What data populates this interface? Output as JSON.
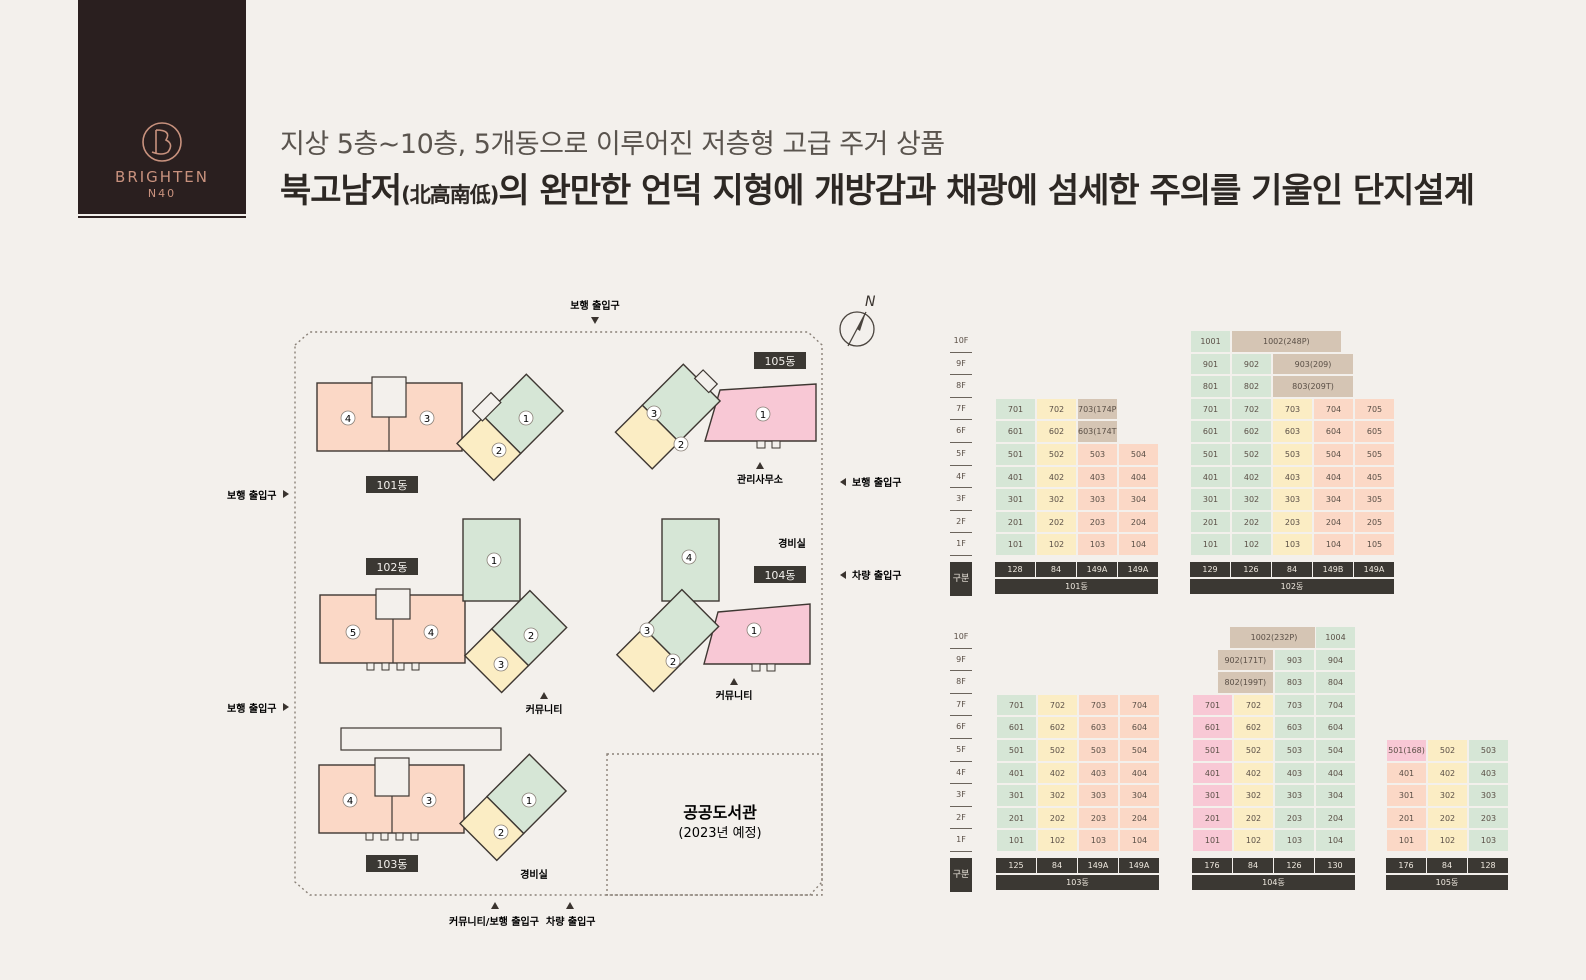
{
  "header": {
    "logo_name": "BRIGHTEN",
    "logo_sub": "N40",
    "subtitle": "지상 5층~10층, 5개동으로 이루어진 저층형 고급 주거 상품",
    "title_a": "북고남저",
    "title_b": "(北高南低)",
    "title_c": "의 완만한 언덕 지형에 개방감과 채광에 섬세한 주의를 기울인 단지설계"
  },
  "colors": {
    "green": "#d6e6d6",
    "yellow": "#fbedc4",
    "peach": "#fbd8c6",
    "pink": "#f8c8d5",
    "tan": "#d5c5b4",
    "dark": "#3b3833",
    "logo_bg": "#2a1f1f",
    "logo_text": "#c9927e"
  },
  "siteplan": {
    "north": "N",
    "labels": {
      "top_entry": "보행 출입구",
      "left_entry_1": "보행 출입구",
      "left_entry_2": "보행 출입구",
      "right_ped": "보행 출입구",
      "right_car": "차량 출입구",
      "bottom_comm": "커뮤니티/보행 출입구",
      "bottom_car": "차량 출입구",
      "mgmt": "관리사무소",
      "guard1": "경비실",
      "guard2": "경비실",
      "comm1": "커뮤니티",
      "comm2": "커뮤니티",
      "library": "공공도서관",
      "library_sub": "(2023년 예정)"
    },
    "buildings": {
      "b101": "101동",
      "b102": "102동",
      "b103": "103동",
      "b104": "104동",
      "b105": "105동"
    },
    "unit_numbers": {
      "b101": [
        "4",
        "3",
        "1",
        "2"
      ],
      "b102": [
        "5",
        "4",
        "1",
        "2",
        "3"
      ],
      "b103": [
        "4",
        "3",
        "1",
        "2"
      ],
      "b104": [
        "4",
        "3",
        "2",
        "1"
      ],
      "b105": [
        "3",
        "2",
        "1"
      ]
    }
  },
  "floor_labels": {
    "top": [
      "10F",
      "9F",
      "8F",
      "7F",
      "6F",
      "5F",
      "4F",
      "3F",
      "2F",
      "1F"
    ],
    "gubun": "구분"
  },
  "tables": {
    "t101": {
      "name": "101동",
      "headers": [
        "128",
        "84",
        "149A",
        "149A"
      ],
      "rows": [
        [
          "701",
          "702",
          "703(174P)",
          ""
        ],
        [
          "601",
          "602",
          "603(174T)",
          ""
        ],
        [
          "501",
          "502",
          "503",
          "504"
        ],
        [
          "401",
          "402",
          "403",
          "404"
        ],
        [
          "301",
          "302",
          "303",
          "304"
        ],
        [
          "201",
          "202",
          "203",
          "204"
        ],
        [
          "101",
          "102",
          "103",
          "104"
        ]
      ]
    },
    "t102": {
      "name": "102동",
      "headers": [
        "129",
        "126",
        "84",
        "149B",
        "149A"
      ],
      "top_rows": [
        [
          "1001",
          "1002(248P)"
        ],
        [
          "901",
          "902",
          "903(209)"
        ],
        [
          "801",
          "802",
          "803(209T)"
        ]
      ],
      "rows": [
        [
          "701",
          "702",
          "703",
          "704",
          "705"
        ],
        [
          "601",
          "602",
          "603",
          "604",
          "605"
        ],
        [
          "501",
          "502",
          "503",
          "504",
          "505"
        ],
        [
          "401",
          "402",
          "403",
          "404",
          "405"
        ],
        [
          "301",
          "302",
          "303",
          "304",
          "305"
        ],
        [
          "201",
          "202",
          "203",
          "204",
          "205"
        ],
        [
          "101",
          "102",
          "103",
          "104",
          "105"
        ]
      ]
    },
    "t103": {
      "name": "103동",
      "headers": [
        "125",
        "84",
        "149A",
        "149A"
      ],
      "rows": [
        [
          "701",
          "702",
          "703",
          "704"
        ],
        [
          "601",
          "602",
          "603",
          "604"
        ],
        [
          "501",
          "502",
          "503",
          "504"
        ],
        [
          "401",
          "402",
          "403",
          "404"
        ],
        [
          "301",
          "302",
          "303",
          "304"
        ],
        [
          "201",
          "202",
          "203",
          "204"
        ],
        [
          "101",
          "102",
          "103",
          "104"
        ]
      ]
    },
    "t104": {
      "name": "104동",
      "headers": [
        "176",
        "84",
        "126",
        "130"
      ],
      "top_rows": [
        [
          "1002(232P)",
          "1004"
        ],
        [
          "902(171T)",
          "903",
          "904"
        ],
        [
          "802(199T)",
          "803",
          "804"
        ]
      ],
      "rows": [
        [
          "701",
          "702",
          "703",
          "704"
        ],
        [
          "601",
          "602",
          "603",
          "604"
        ],
        [
          "501",
          "502",
          "503",
          "504"
        ],
        [
          "401",
          "402",
          "403",
          "404"
        ],
        [
          "301",
          "302",
          "303",
          "304"
        ],
        [
          "201",
          "202",
          "203",
          "204"
        ],
        [
          "101",
          "102",
          "103",
          "104"
        ]
      ]
    },
    "t105": {
      "name": "105동",
      "headers": [
        "176",
        "84",
        "128"
      ],
      "rows": [
        [
          "501(168)",
          "502",
          "503"
        ],
        [
          "401",
          "402",
          "403"
        ],
        [
          "301",
          "302",
          "303"
        ],
        [
          "201",
          "202",
          "203"
        ],
        [
          "101",
          "102",
          "103"
        ]
      ]
    }
  }
}
